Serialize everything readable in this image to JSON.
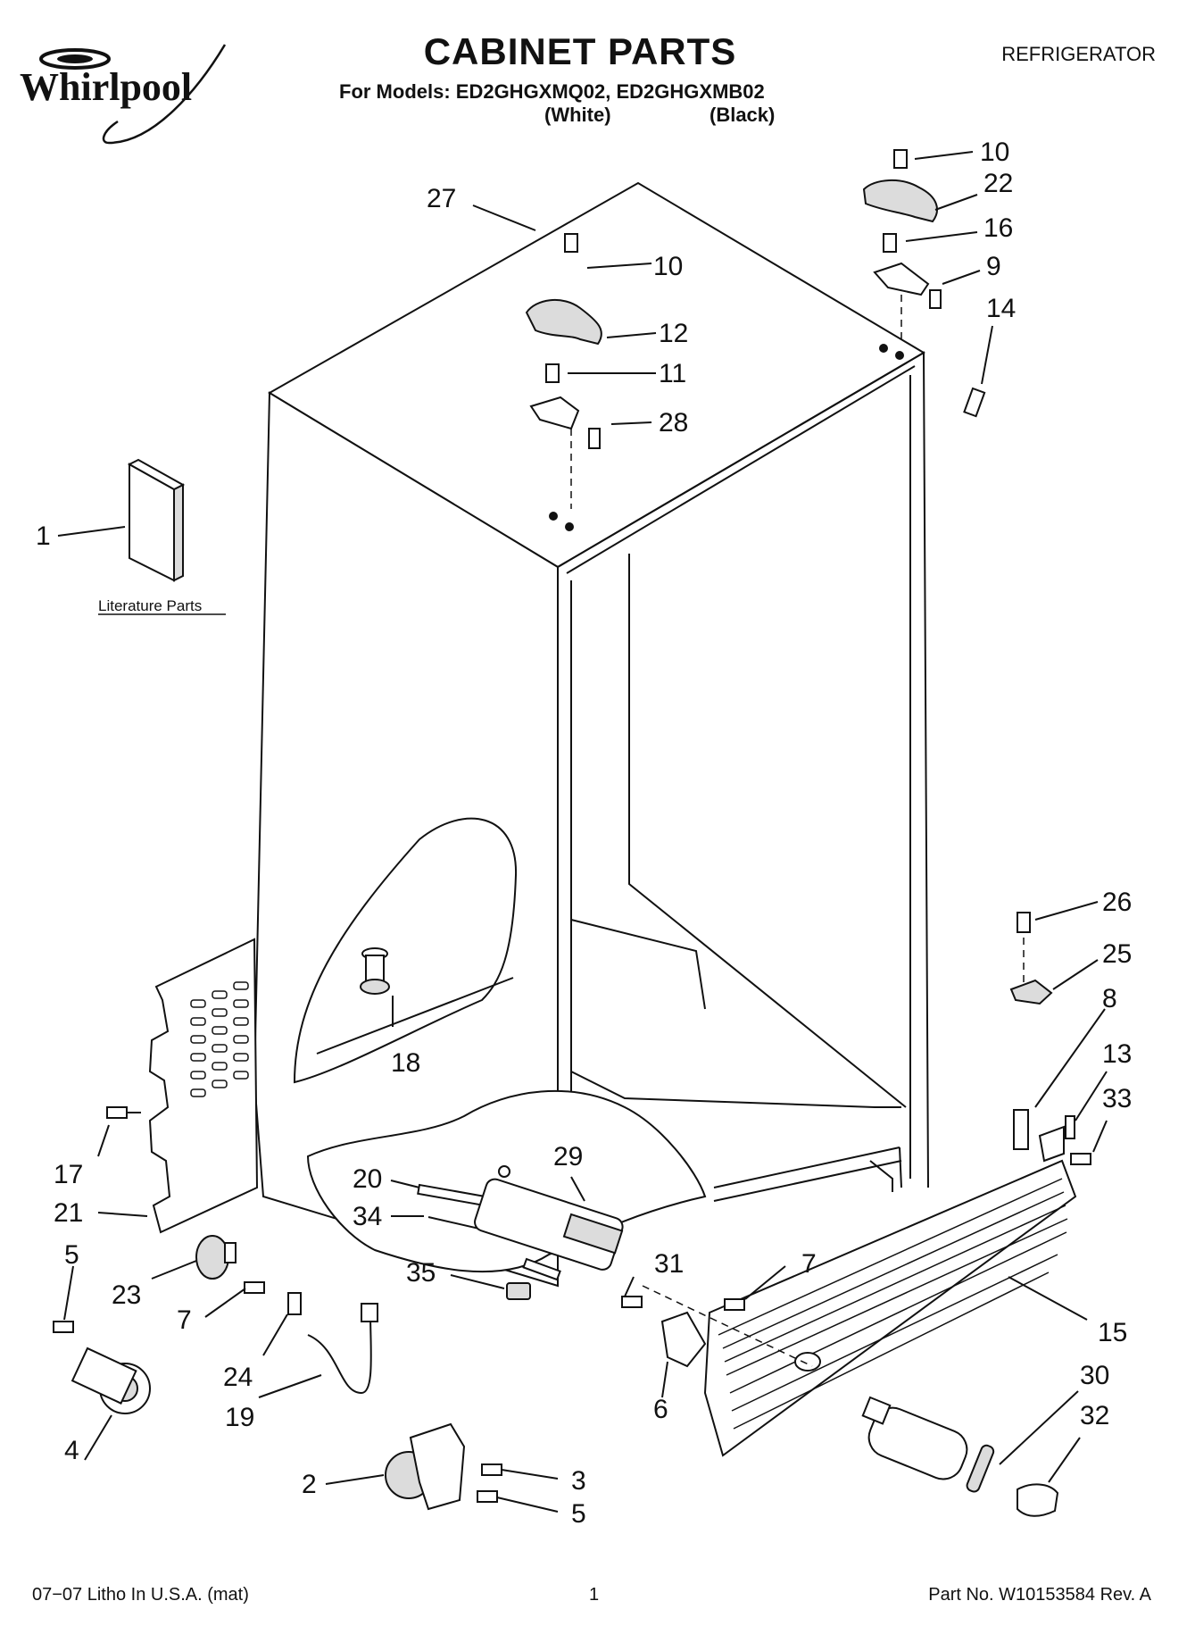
{
  "header": {
    "brand": "Whirlpool",
    "title": "CABINET PARTS",
    "category": "REFRIGERATOR",
    "models_line": "For Models: ED2GHGXMQ02, ED2GHGXMB02",
    "variant_white": "(White)",
    "variant_black": "(Black)"
  },
  "diagram": {
    "literature_label": "Literature Parts",
    "callouts": {
      "c1": "1",
      "c2": "2",
      "c3": "3",
      "c4": "4",
      "c5a": "5",
      "c5b": "5",
      "c6": "6",
      "c7a": "7",
      "c7b": "7",
      "c8": "8",
      "c9": "9",
      "c10a": "10",
      "c10b": "10",
      "c11": "11",
      "c12": "12",
      "c13": "13",
      "c14": "14",
      "c15": "15",
      "c16": "16",
      "c17": "17",
      "c18": "18",
      "c19": "19",
      "c20": "20",
      "c21": "21",
      "c22": "22",
      "c23": "23",
      "c24": "24",
      "c25": "25",
      "c26": "26",
      "c27": "27",
      "c28": "28",
      "c29": "29",
      "c30": "30",
      "c31": "31",
      "c32": "32",
      "c33": "33",
      "c34": "34",
      "c35": "35"
    }
  },
  "footer": {
    "left": "07−07 Litho In U.S.A. (mat)",
    "page": "1",
    "right": "Part No. W10153584 Rev. A"
  }
}
